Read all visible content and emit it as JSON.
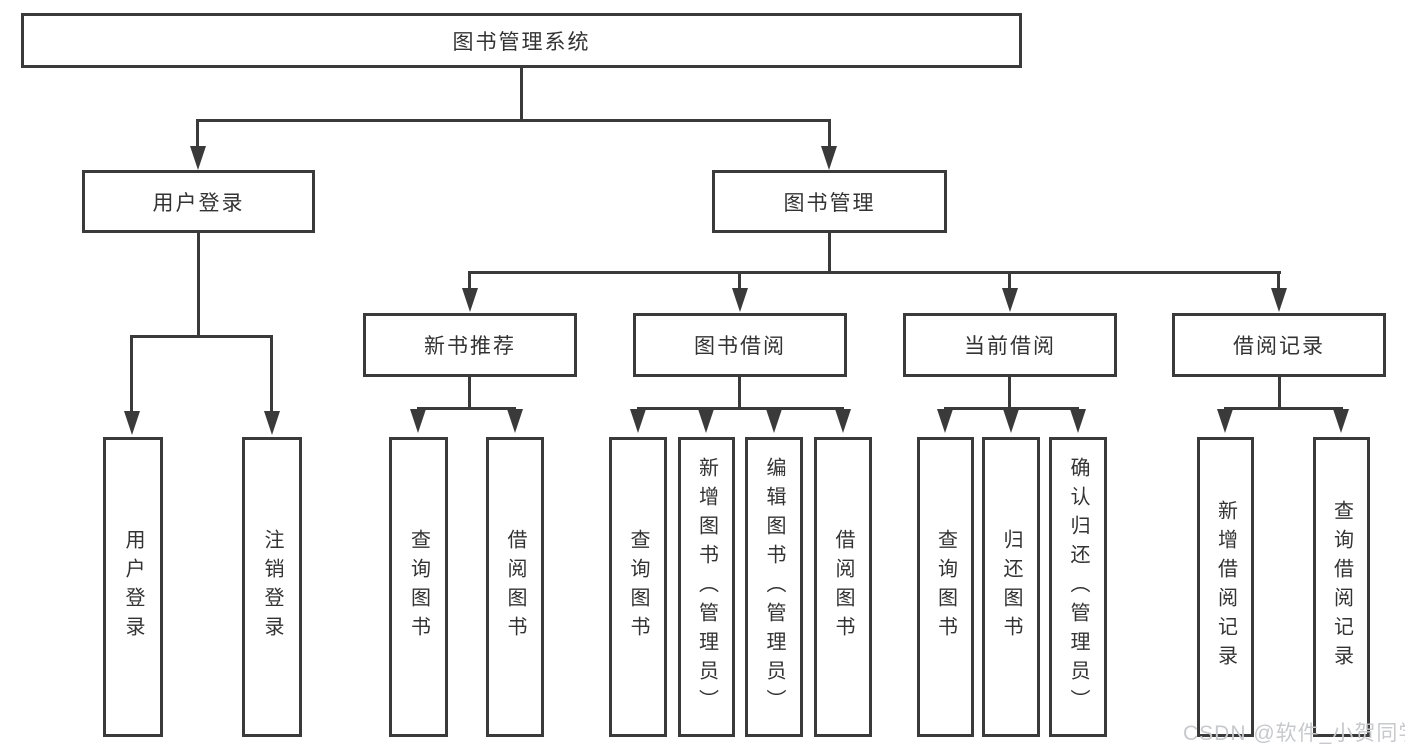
{
  "nodes": {
    "root": "图书管理系统",
    "user_login": "用户登录",
    "book_mgmt": "图书管理",
    "new_book_rec": "新书推荐",
    "book_borrow": "图书借阅",
    "current_borrow": "当前借阅",
    "borrow_records": "借阅记录",
    "ul_user_login": "用户登录",
    "ul_logout": "注销登录",
    "rec_query_book": "查询图书",
    "rec_borrow_book": "借阅图书",
    "bb_query_book": "查询图书",
    "bb_add_book": "新增图书（管理员）",
    "bb_edit_book": "编辑图书（管理员）",
    "bb_borrow_book": "借阅图书",
    "cb_query_book": "查询图书",
    "cb_return_book": "归还图书",
    "cb_confirm_return": "确认归还（管理员）",
    "br_add_record": "新增借阅记录",
    "br_query_record": "查询借阅记录"
  },
  "watermark": "CSDN @软件_小贺同学",
  "colors": {
    "line": "#3a3a3a",
    "text": "#333333",
    "watermark": "#c7c9cc",
    "background": "#ffffff"
  }
}
